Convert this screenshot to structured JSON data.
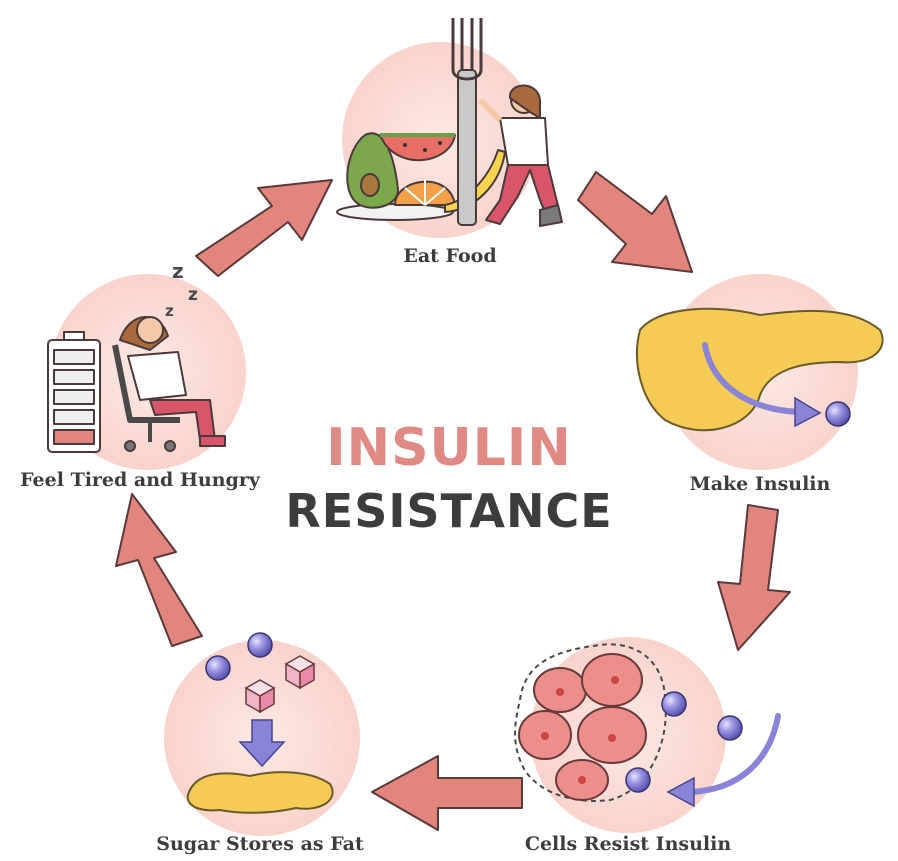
{
  "title": {
    "line1": "INSULIN",
    "line2": "RESISTANCE"
  },
  "steps": [
    {
      "label": "Eat Food",
      "icon": "food-plate-icon"
    },
    {
      "label": "Make Insulin",
      "icon": "pancreas-icon"
    },
    {
      "label": "Cells Resist Insulin",
      "icon": "cells-icon"
    },
    {
      "label": "Sugar Stores as Fat",
      "icon": "sugar-to-fat-icon"
    },
    {
      "label": "Feel Tired and Hungry",
      "icon": "tired-person-icon"
    }
  ],
  "colors": {
    "title_accent": "#e08a85",
    "title_dark": "#3d3d3d",
    "arrow": "#e3857f",
    "circle_bg": "#fbe1dc",
    "insulin_ball": "#8a84d6",
    "fat": "#f4cc55",
    "cell": "#ec8e8c"
  }
}
